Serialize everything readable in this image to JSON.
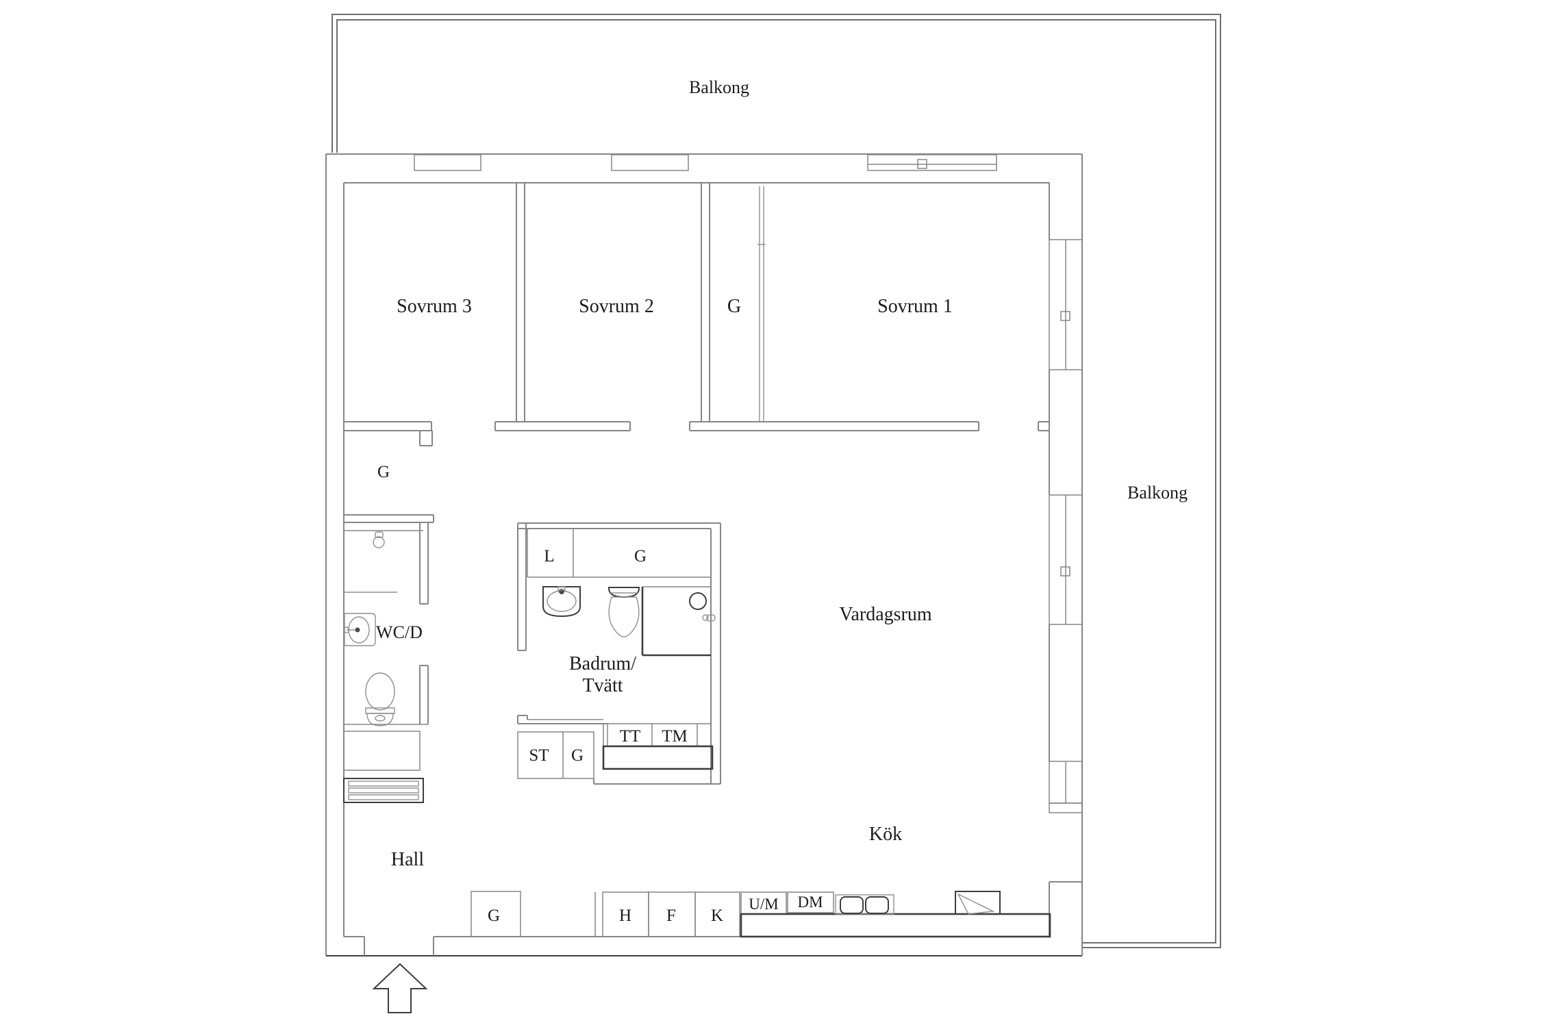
{
  "floorplan": {
    "colors": {
      "wall": "#858585",
      "thin": "#8f8f8f",
      "dark": "#3d3d3d",
      "balcony": "#6e6e6e",
      "text": "#1c1c1c",
      "background": "#ffffff"
    },
    "balcony_top": {
      "label": "Balkong"
    },
    "balcony_right": {
      "label": "Balkong"
    },
    "bedroom3": {
      "label": "Sovrum 3"
    },
    "bedroom2": {
      "label": "Sovrum 2"
    },
    "bedroom1": {
      "label": "Sovrum 1"
    },
    "bedroom_closet": {
      "label": "G"
    },
    "living_room": {
      "label": "Vardagsrum"
    },
    "hall": {
      "label": "Hall",
      "closet_upper": "G",
      "closet_lower": "G"
    },
    "wc": {
      "label": "WC/D"
    },
    "bathroom": {
      "label_line1": "Badrum/",
      "label_line2": "Tvätt",
      "closet_l": "L",
      "closet_g": "G",
      "closet_st": "ST",
      "closet_g2": "G",
      "towel_dryer": "TT",
      "washing_machine": "TM"
    },
    "kitchen": {
      "label": "Kök",
      "cabinet_h": "H",
      "freezer": "F",
      "fridge": "K",
      "oven_micro": "U/M",
      "dishwasher": "DM"
    }
  }
}
